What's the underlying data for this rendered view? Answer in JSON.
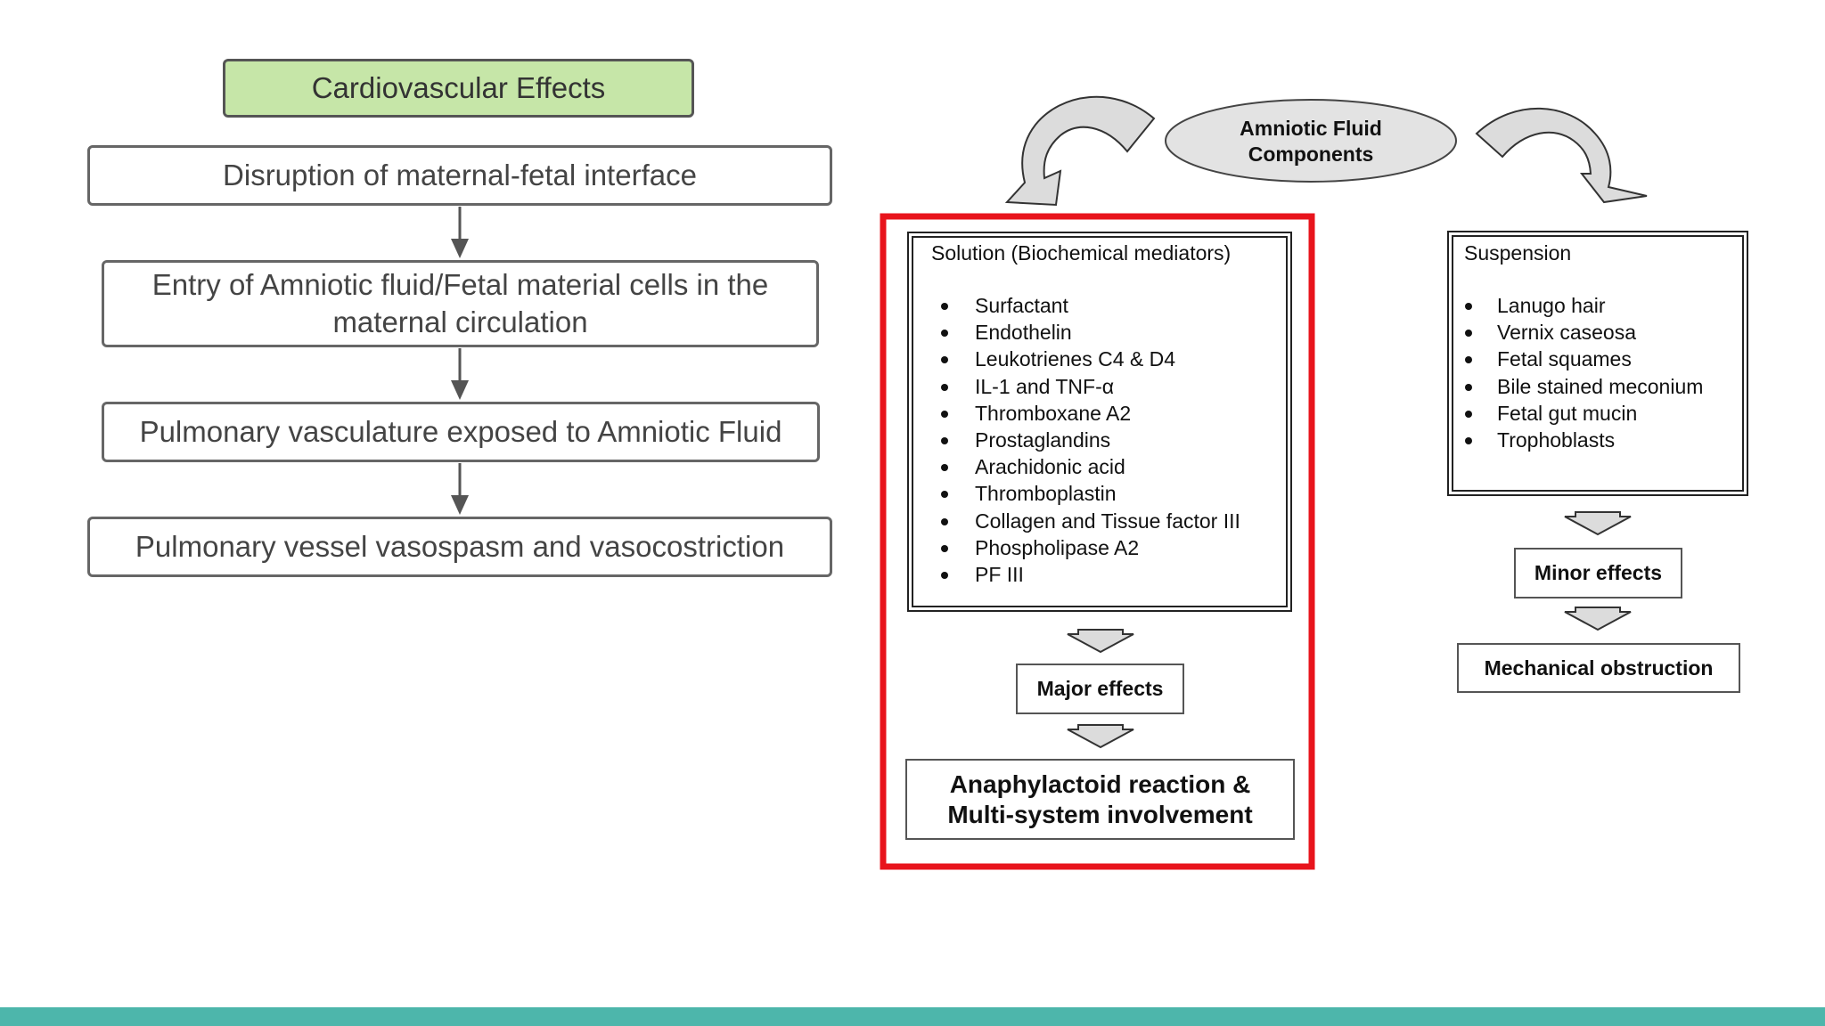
{
  "flowchart": {
    "title": "Cardiovascular Effects",
    "steps": [
      "Disruption of maternal-fetal interface",
      "Entry of Amniotic fluid/Fetal material cells in the maternal circulation",
      "Pulmonary vasculature exposed to Amniotic Fluid",
      "Pulmonary vessel vasospasm and vasocostriction"
    ]
  },
  "components": {
    "title": "Amniotic Fluid Components",
    "solution": {
      "title": "Solution (Biochemical mediators)",
      "items": [
        "Surfactant",
        "Endothelin",
        "Leukotrienes C4 & D4",
        "IL-1 and TNF-α",
        "Thromboxane A2",
        "Prostaglandins",
        "Arachidonic acid",
        "Thromboplastin",
        "Collagen and Tissue factor III",
        "Phospholipase A2",
        "PF III"
      ],
      "effect": "Major effects",
      "outcome": "Anaphylactoid reaction & Multi-system involvement"
    },
    "suspension": {
      "title": "Suspension",
      "items": [
        "Lanugo hair",
        "Vernix caseosa",
        "Fetal squames",
        "Bile stained meconium",
        "Fetal gut mucin",
        "Trophoblasts"
      ],
      "effect": "Minor effects",
      "outcome": "Mechanical obstruction"
    }
  },
  "colors": {
    "title_fill": "#c6e6a8",
    "highlight": "#e8141c",
    "ellipse_fill": "#e3e3e3",
    "footer": "#4db6ab"
  }
}
